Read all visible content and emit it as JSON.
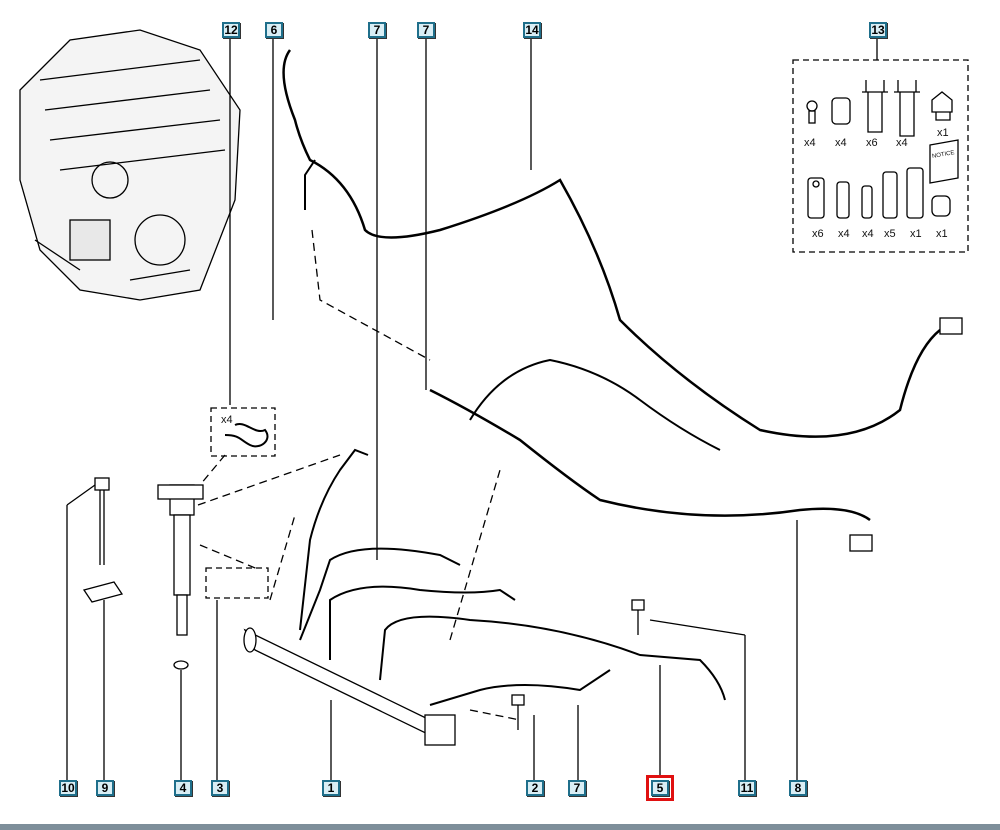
{
  "diagram": {
    "title": "Fuel injection system – exploded parts view",
    "selected_callout": "5",
    "callouts_top": [
      {
        "id": "12",
        "label": "12"
      },
      {
        "id": "6",
        "label": "6"
      },
      {
        "id": "7a",
        "label": "7"
      },
      {
        "id": "7b",
        "label": "7"
      },
      {
        "id": "14",
        "label": "14"
      },
      {
        "id": "13",
        "label": "13"
      }
    ],
    "callouts_bottom": [
      {
        "id": "10",
        "label": "10"
      },
      {
        "id": "9",
        "label": "9"
      },
      {
        "id": "4",
        "label": "4"
      },
      {
        "id": "3",
        "label": "3"
      },
      {
        "id": "1",
        "label": "1"
      },
      {
        "id": "2",
        "label": "2"
      },
      {
        "id": "7c",
        "label": "7"
      },
      {
        "id": "5",
        "label": "5"
      },
      {
        "id": "11",
        "label": "11"
      },
      {
        "id": "8",
        "label": "8"
      }
    ],
    "gasket_qty": "x4",
    "kit": {
      "row1_qty": [
        "x4",
        "x4",
        "x6",
        "x4",
        "x1"
      ],
      "row2_qty": [
        "x6",
        "x4",
        "x4",
        "x5",
        "x1",
        "x1"
      ],
      "notice_label": "NOTICE"
    },
    "colors": {
      "callout_border": "#1f6f8b",
      "callout_fill": "#d9eef5",
      "selected_outline": "#e01010",
      "bottom_bar": "#7e8f9a"
    }
  }
}
